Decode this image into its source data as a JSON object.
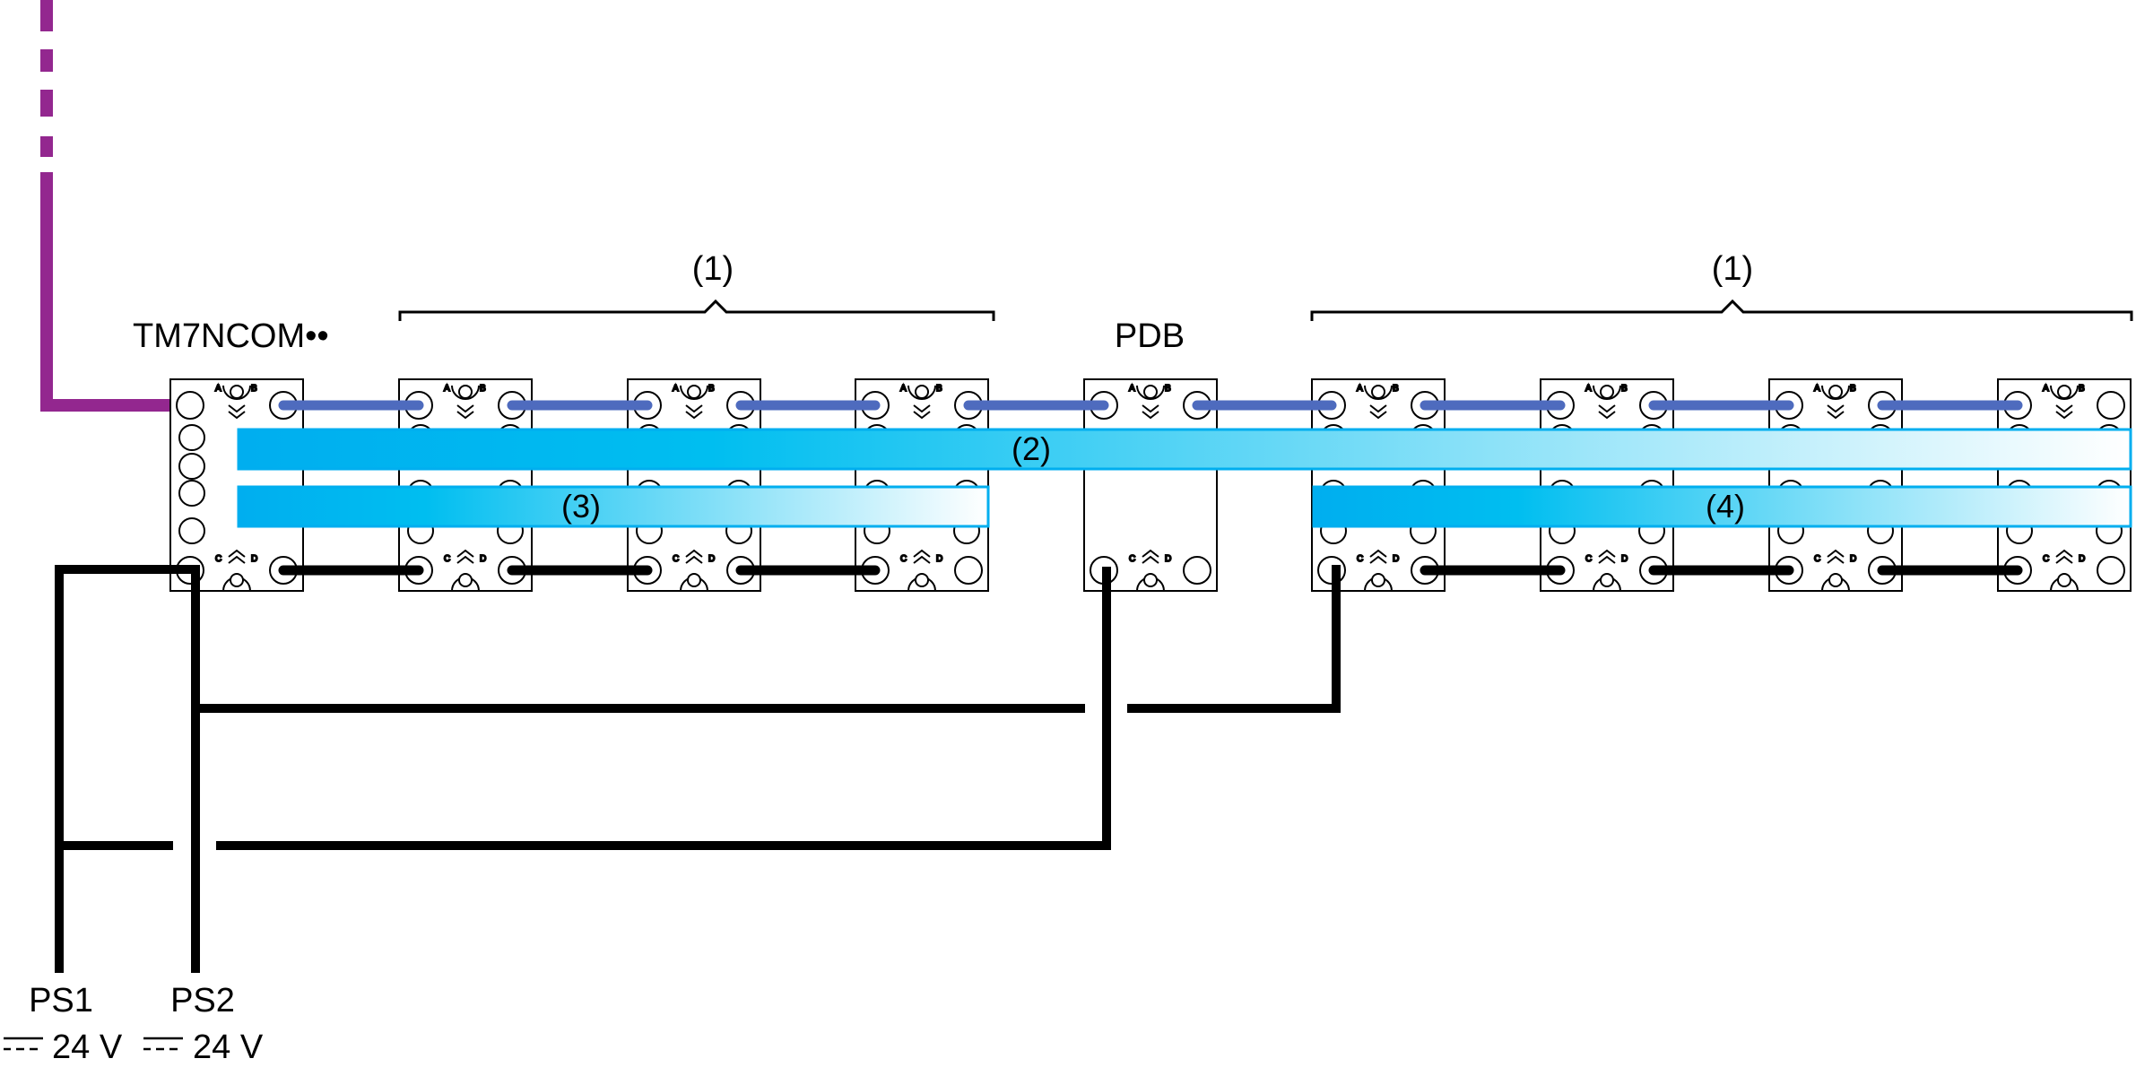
{
  "labels": {
    "head_module": "TM7NCOM••",
    "pdb": "PDB",
    "group1_left": "(1)",
    "group1_right": "(1)",
    "bar2": "(2)",
    "bar3": "(3)",
    "bar4": "(4)",
    "ps1": "PS1",
    "ps2": "PS2",
    "ps1_voltage": "24 V",
    "ps2_voltage": "24 V"
  },
  "ports": {
    "a": "A",
    "b": "B",
    "c": "C",
    "d": "D"
  },
  "colors": {
    "fieldbus": "#93278F",
    "bus_line": "#4E6BBE",
    "power_line": "#000000",
    "bar_start": "#00AEEF",
    "bar_end": "#FFFFFF"
  }
}
